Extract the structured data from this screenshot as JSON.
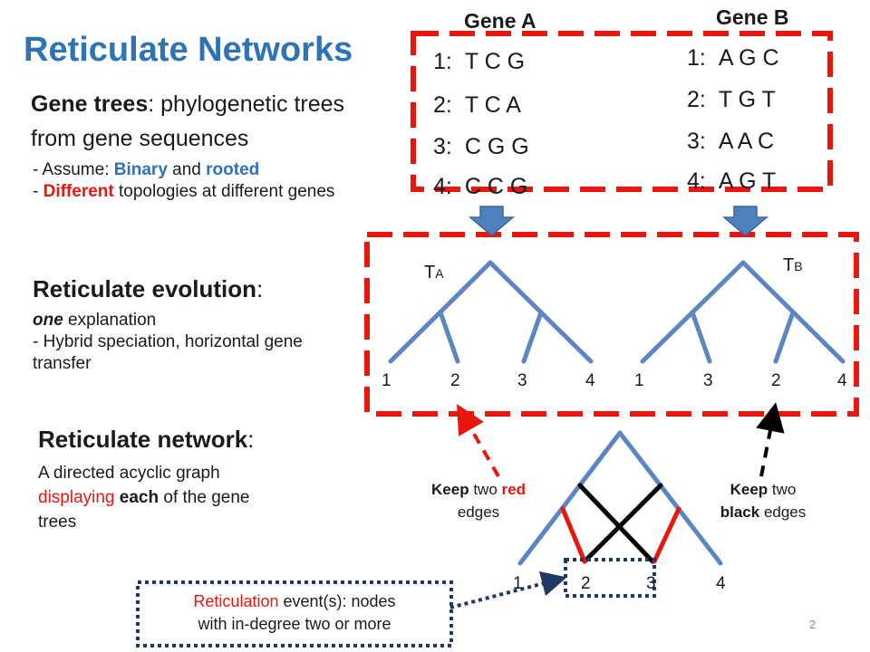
{
  "slide": {
    "title": "Reticulate Networks",
    "page_number": "2"
  },
  "gene_trees": {
    "heading": "Gene trees",
    "heading_rest": ": phylogenetic trees from gene sequences",
    "bullet1_prefix": "- Assume: ",
    "bullet1_binary": "Binary",
    "bullet1_and": " and ",
    "bullet1_rooted": "rooted",
    "bullet2_prefix": "- ",
    "bullet2_different": "Different",
    "bullet2_rest": " topologies at different genes"
  },
  "reticulate_evolution": {
    "heading": "Reticulate evolution",
    "colon": ":",
    "one": "one",
    "explanation": " explanation",
    "bullet": "- Hybrid speciation, horizontal gene transfer"
  },
  "reticulate_network": {
    "heading": "Reticulate network",
    "colon": ":",
    "line1": "A directed acyclic graph",
    "displaying": "displaying",
    "each": "each",
    "rest": " of the gene trees"
  },
  "gene_a": {
    "label": "Gene A",
    "rows": [
      {
        "index": "1:",
        "seq": "T C G"
      },
      {
        "index": "2:",
        "seq": "T C A"
      },
      {
        "index": "3:",
        "seq": "C G G"
      },
      {
        "index": "4:",
        "seq": "C C G"
      }
    ]
  },
  "gene_b": {
    "label": "Gene B",
    "rows": [
      {
        "index": "1:",
        "seq": "A G C"
      },
      {
        "index": "2:",
        "seq": "T G T"
      },
      {
        "index": "3:",
        "seq": "A A C"
      },
      {
        "index": "4:",
        "seq": "A G T"
      }
    ]
  },
  "tree_a": {
    "label_main": "T",
    "label_sub": "A",
    "leaves": [
      "1",
      "2",
      "3",
      "4"
    ]
  },
  "tree_b": {
    "label_main": "T",
    "label_sub": "B",
    "leaves": [
      "1",
      "3",
      "2",
      "4"
    ]
  },
  "network": {
    "leaves": [
      "1",
      "2",
      "3",
      "4"
    ]
  },
  "notes": {
    "keep_red_keep": "Keep",
    "keep_red_mid": " two ",
    "keep_red_red": "red",
    "keep_red_edges": "edges",
    "keep_black_keep": "Keep",
    "keep_black_two": " two",
    "keep_black_black": "black",
    "keep_black_edges": " edges",
    "reticulation_word": "Reticulation",
    "reticulation_rest1": " event(s): nodes",
    "reticulation_rest2": "with in-degree two or more"
  },
  "colors": {
    "title_blue": "#2e74b5",
    "tree_blue": "#5b86c2",
    "red": "#e8170e",
    "black": "#000000",
    "navy": "#1f3864",
    "arrow_blue": "#4f81bd"
  }
}
